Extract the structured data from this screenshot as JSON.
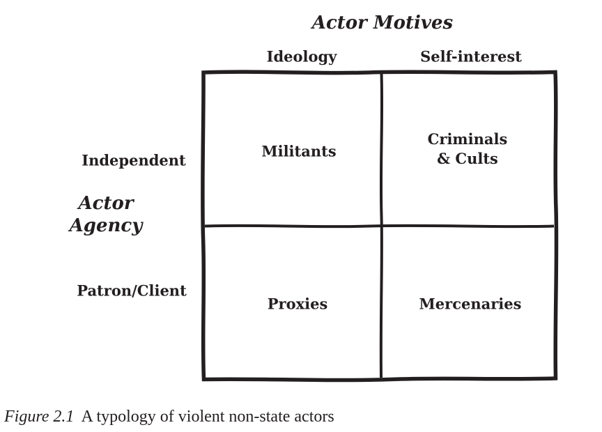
{
  "figure": {
    "title": "Actor Motives",
    "column_headers": {
      "left": "Ideology",
      "right": "Self-interest"
    },
    "row_axis": {
      "title_line1": "Actor",
      "title_line2": "Agency",
      "top": "Independent",
      "bottom": "Patron/Client"
    },
    "quadrants": {
      "top_left": "Militants",
      "top_right_line1": "Criminals",
      "top_right_line2": "& Cults",
      "bottom_left": "Proxies",
      "bottom_right": "Mercenaries"
    },
    "caption": {
      "label": "Figure 2.1",
      "text": "A typology of violent non-state actors"
    }
  },
  "colors": {
    "ink": "#231f20",
    "background": "#ffffff"
  }
}
